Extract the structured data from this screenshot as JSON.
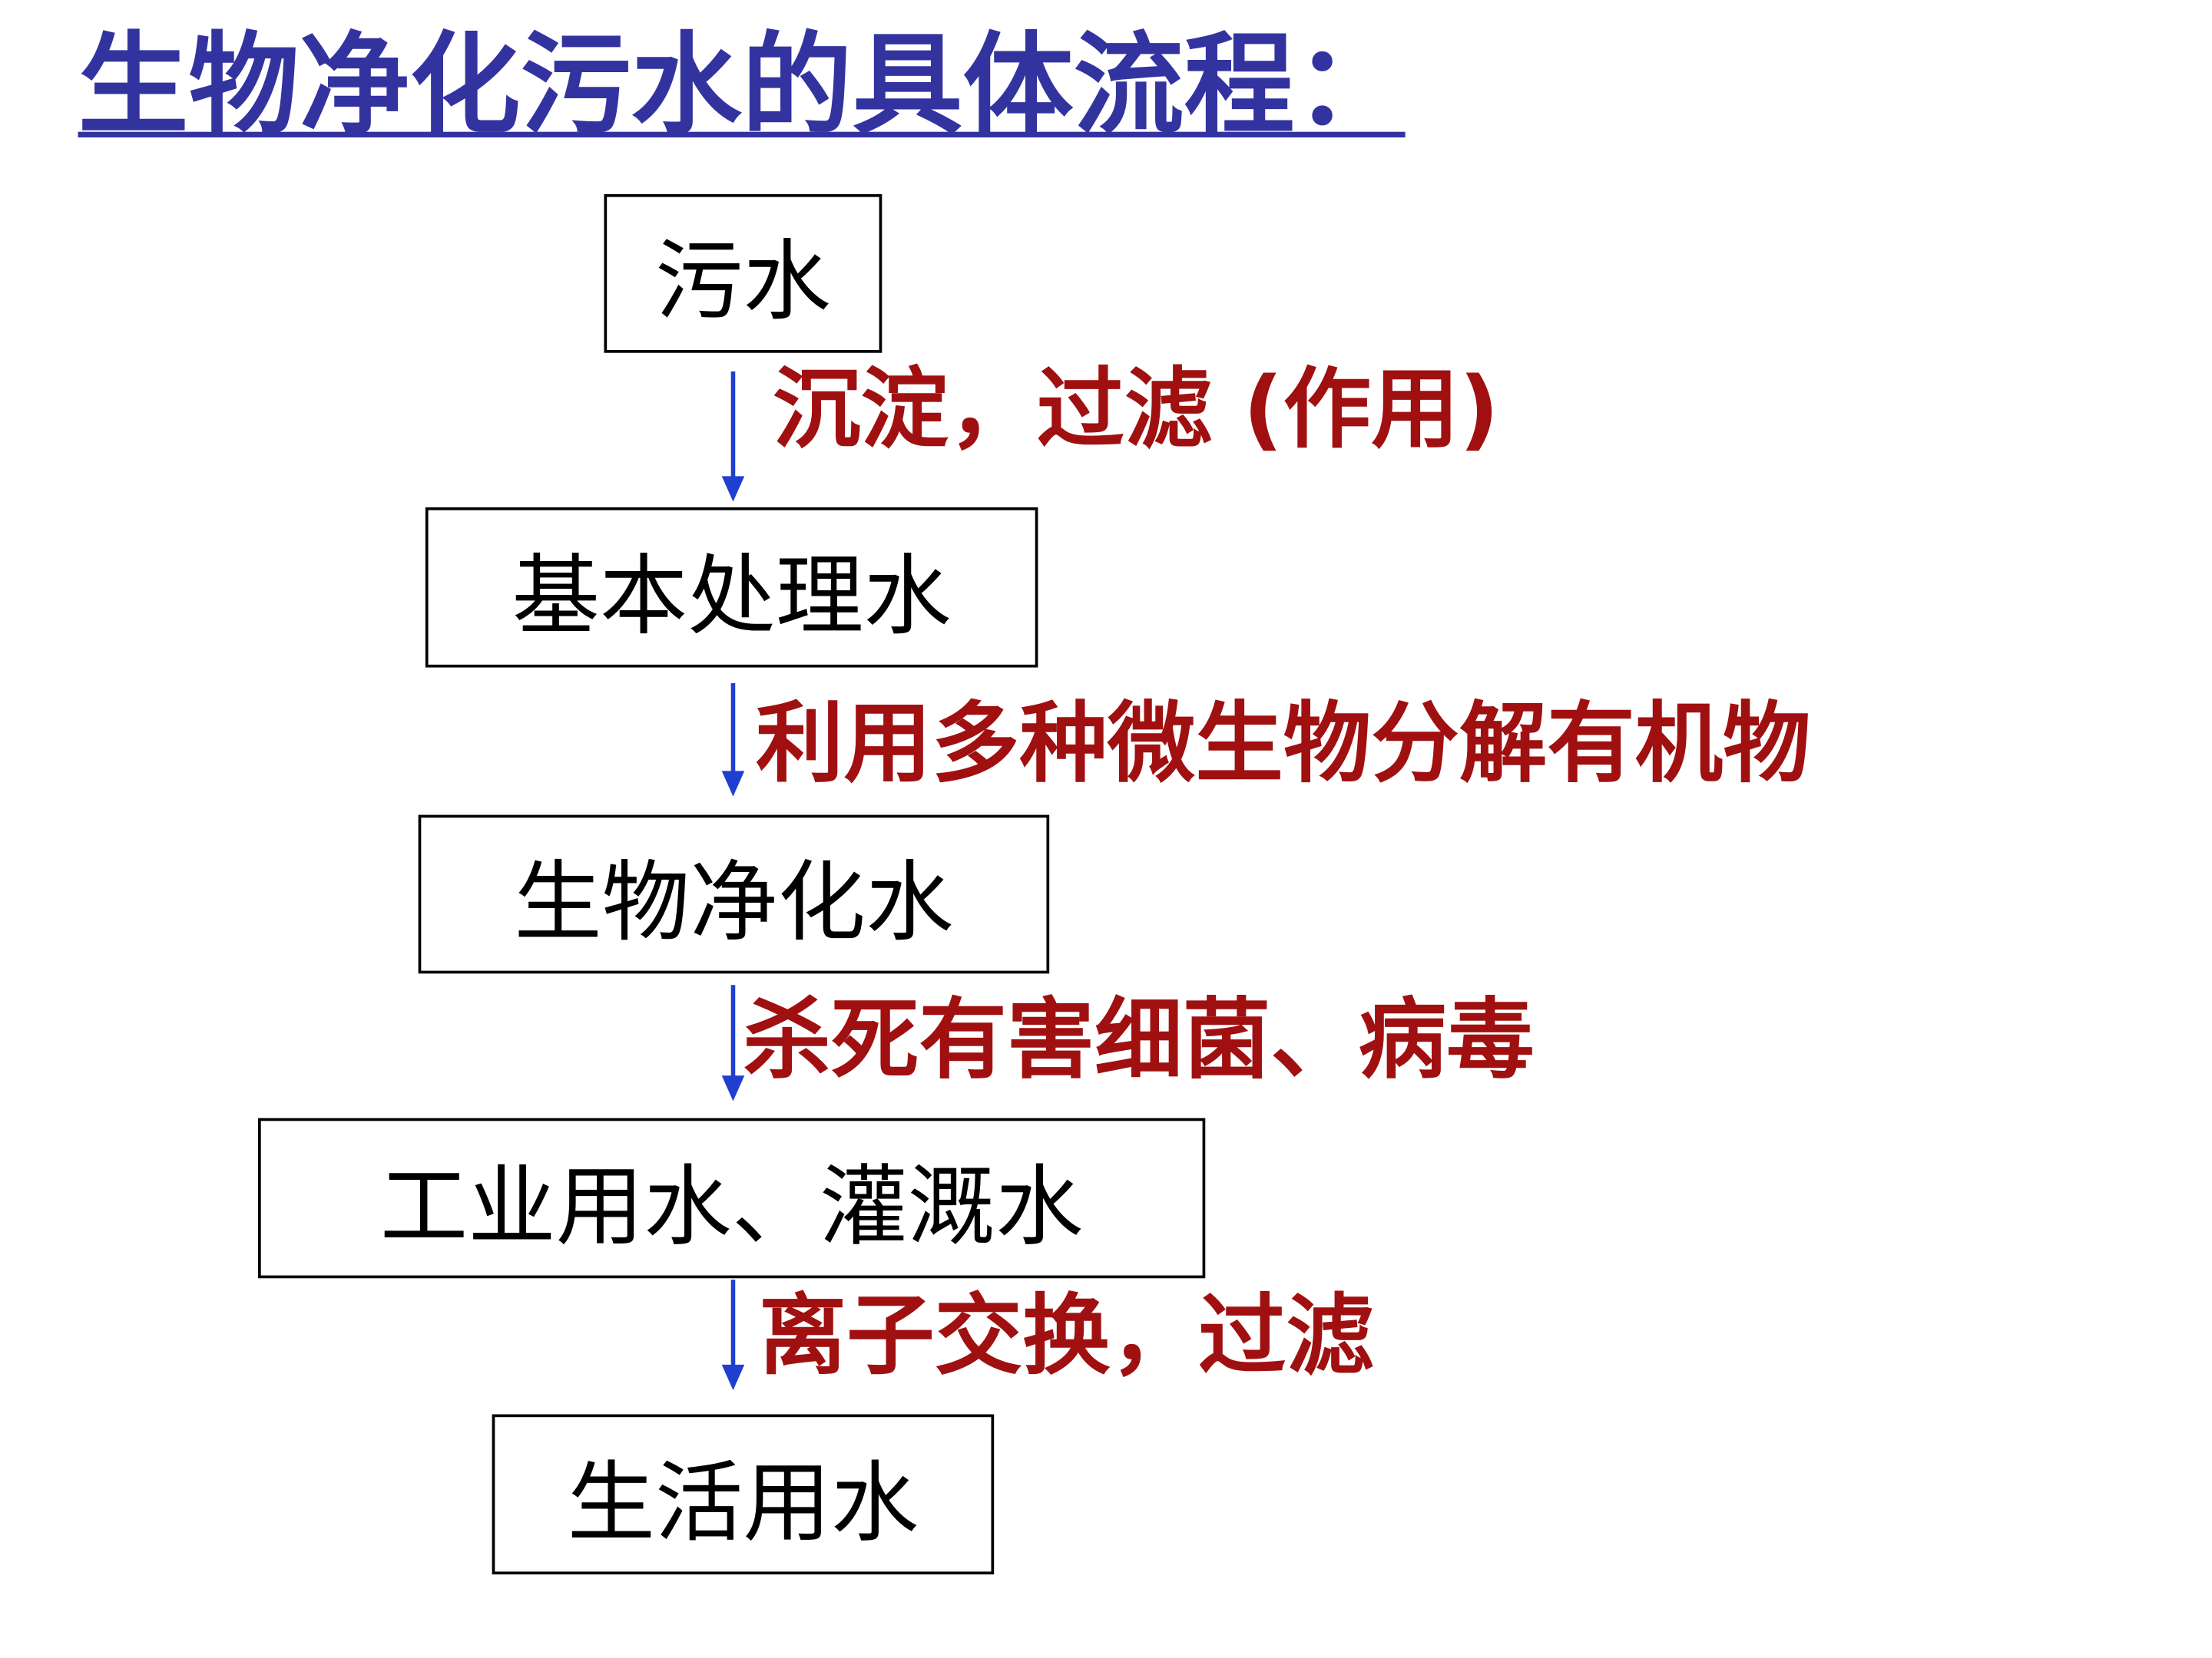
{
  "title": "生物净化污水的具体流程：",
  "colors": {
    "title": "#3333a0",
    "step": "#a01010",
    "arrow": "#1f3fd0",
    "box_border": "#000000"
  },
  "boxes": [
    {
      "label": "污水"
    },
    {
      "label": "基本处理水"
    },
    {
      "label": "生物净化水"
    },
    {
      "label": "工业用水、灌溉水"
    },
    {
      "label": "生活用水"
    }
  ],
  "steps": [
    {
      "label": "沉淀，过滤 (作用)"
    },
    {
      "label": "利用多种微生物分解有机物"
    },
    {
      "label": "杀死有害细菌、病毒"
    },
    {
      "label": "离子交换，过滤"
    }
  ]
}
